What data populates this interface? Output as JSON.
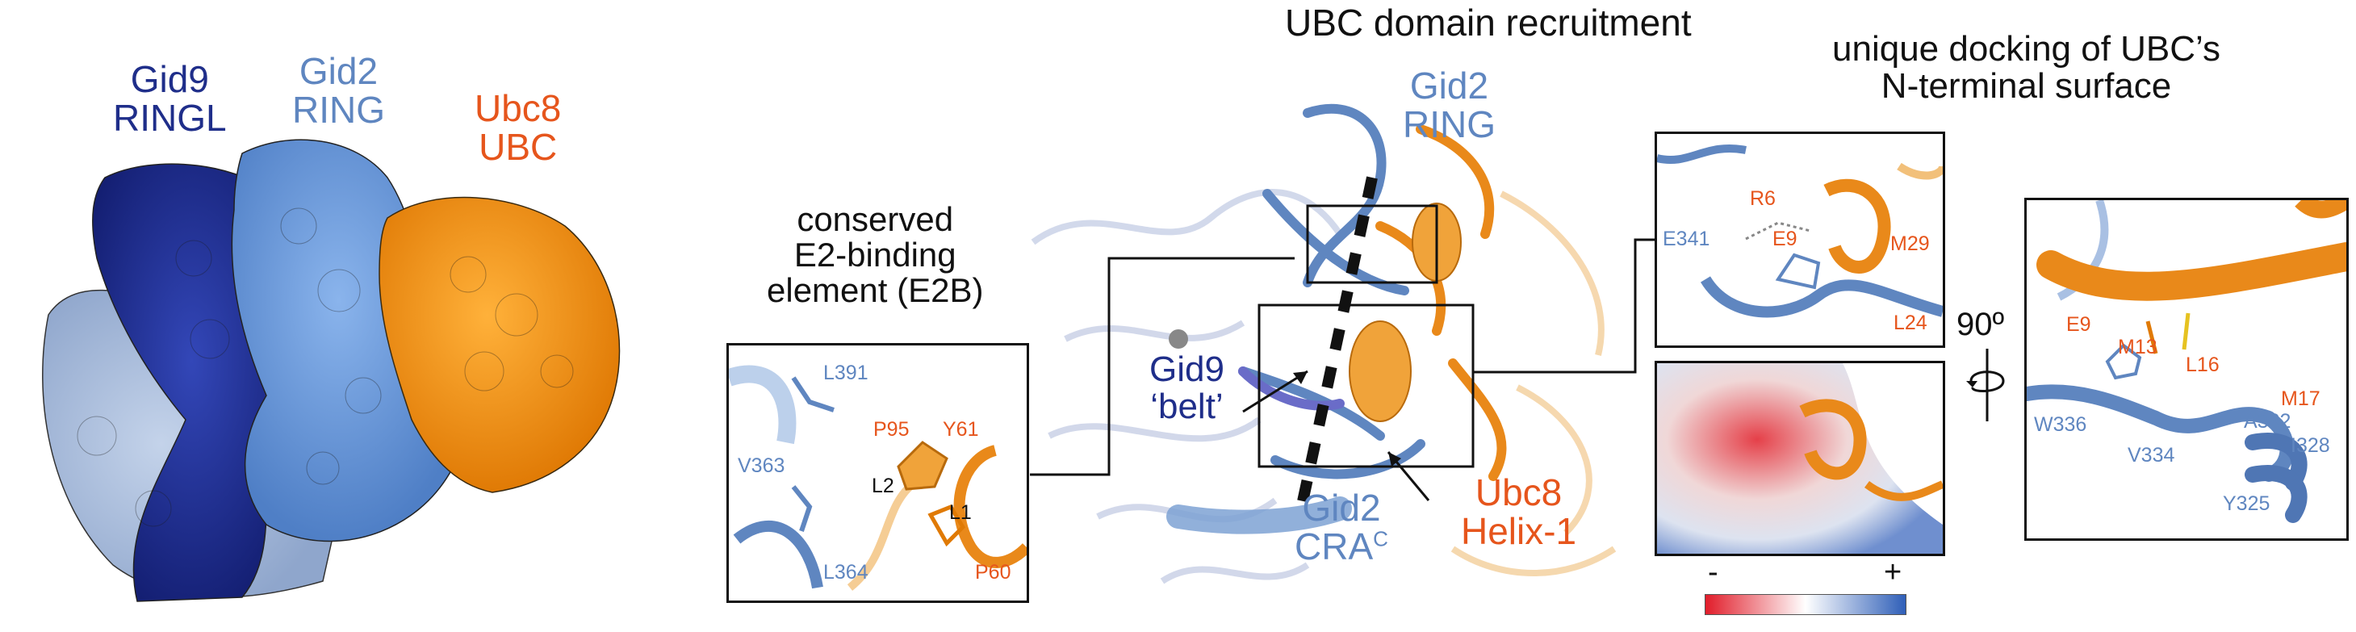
{
  "colors": {
    "gid9": "#1f2e8a",
    "gid2": "#5f86c0",
    "ubc8": "#e6551c",
    "ubc8_orange": "#f08c1a",
    "black": "#111111"
  },
  "panel_a": {
    "gid9_name": "Gid9",
    "gid9_domain": "RINGL",
    "gid2_name": "Gid2",
    "gid2_domain": "RING",
    "ubc8_name": "Ubc8",
    "ubc8_domain": "UBC"
  },
  "panel_b": {
    "title": "UBC domain recruitment",
    "gid2_ring_name": "Gid2",
    "gid2_ring_domain": "RING",
    "gid9_belt_name": "Gid9",
    "gid9_belt_desc": "‘belt’",
    "gid2_cra_name": "Gid2",
    "gid2_cra_domain": "CRA",
    "gid2_cra_sup": "C",
    "ubc8_name": "Ubc8",
    "ubc8_helix": "Helix-1",
    "e2b_line1": "conserved",
    "e2b_line2": "E2-binding",
    "e2b_line3": "element (E2B)",
    "e2b_residues": {
      "l391": "L391",
      "v363": "V363",
      "l364": "L364",
      "p95": "P95",
      "y61": "Y61",
      "l2": "L2",
      "l1": "L1",
      "p60": "P60"
    }
  },
  "panel_c": {
    "title_line1": "unique docking of UBC’s",
    "title_line2": "N-terminal surface",
    "top_residues": {
      "r6": "R6",
      "e9": "E9",
      "m29": "M29",
      "e341": "E341",
      "l24": "L24"
    },
    "rotation": "90º",
    "scale_minus": "-",
    "scale_plus": "+",
    "right_residues": {
      "e9": "E9",
      "m13": "M13",
      "l16": "L16",
      "m17": "M17",
      "w336": "W336",
      "v334": "V334",
      "a332": "A332",
      "i328": "I328",
      "y325": "Y325"
    }
  }
}
